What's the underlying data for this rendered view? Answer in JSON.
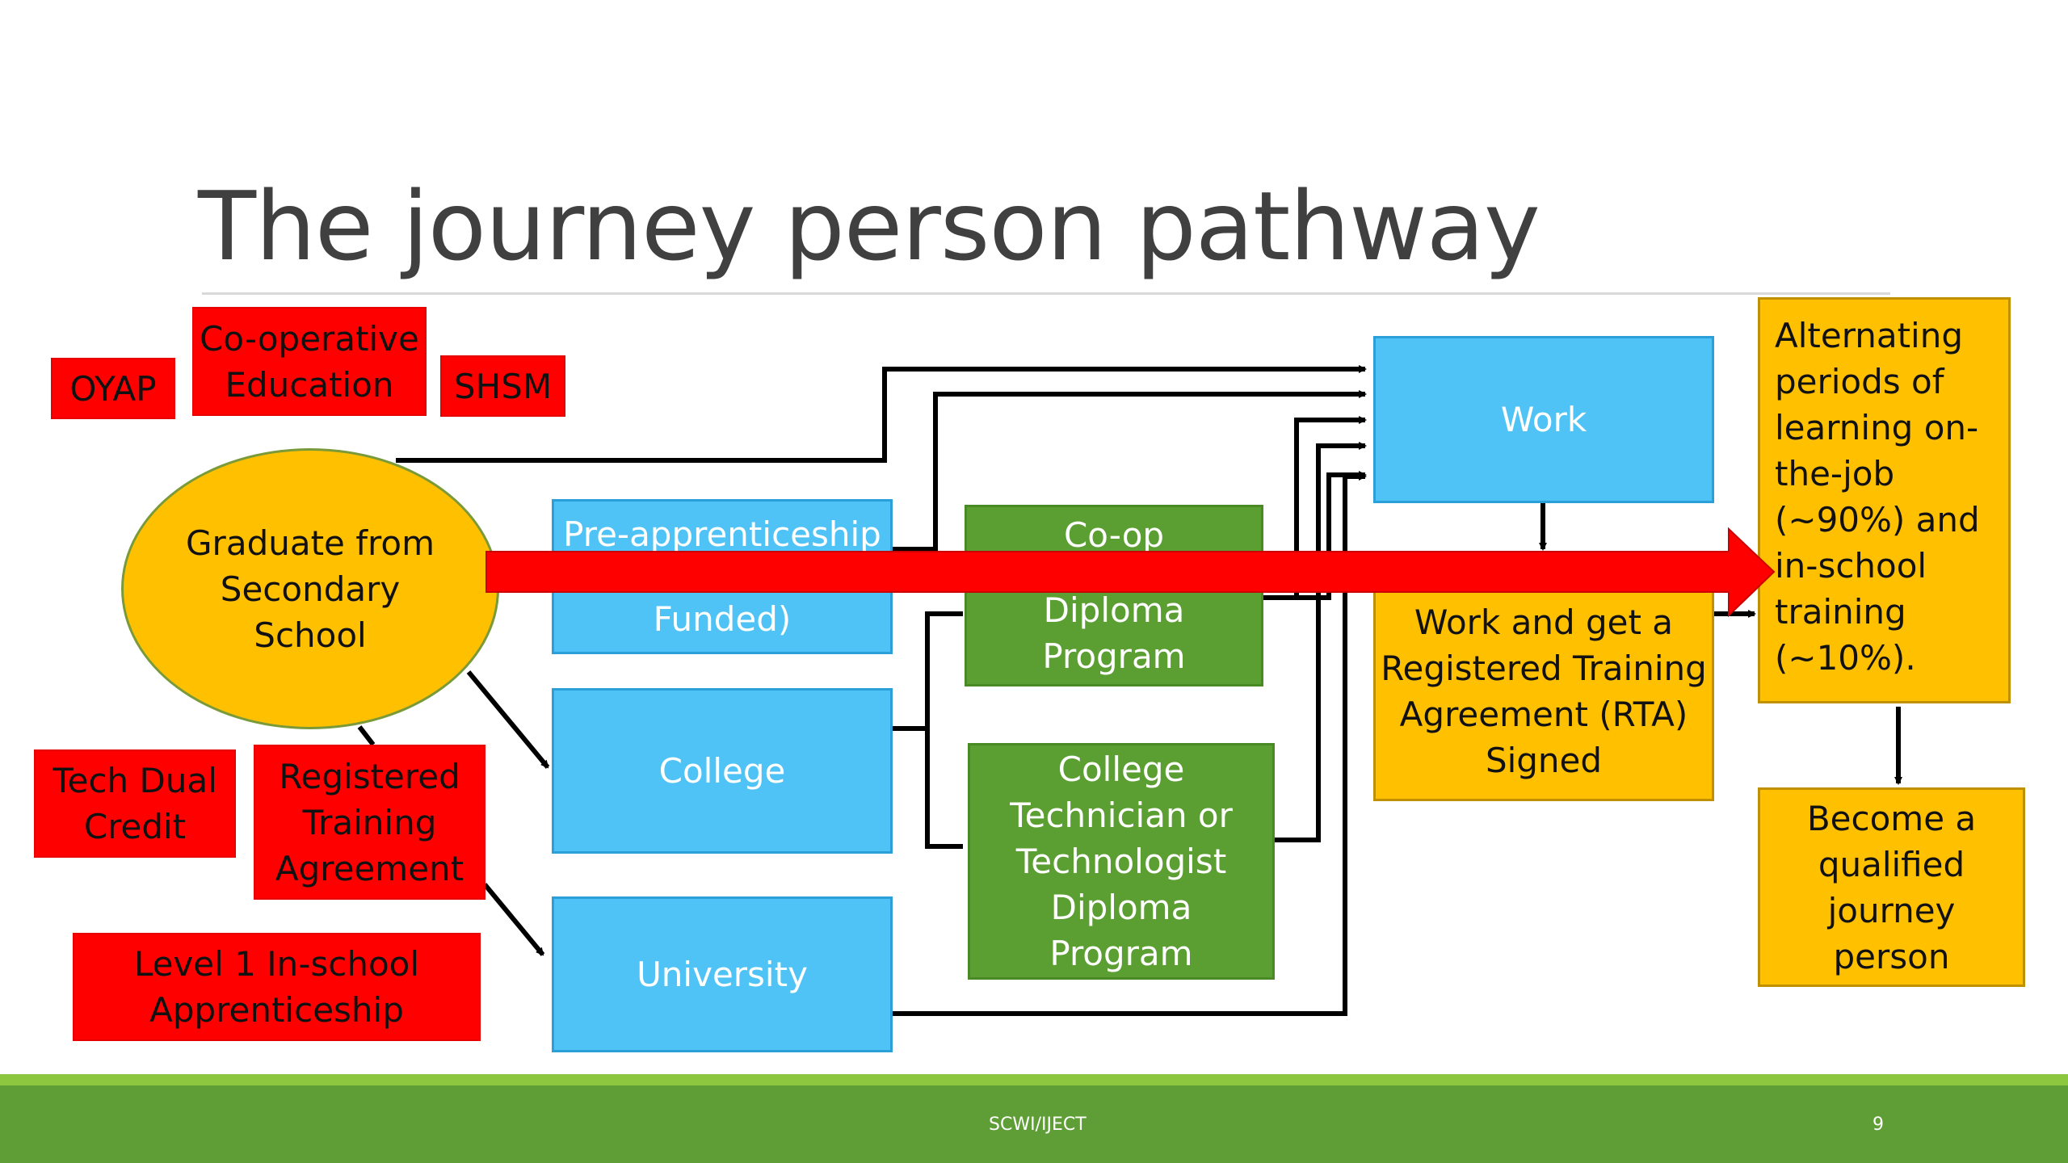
{
  "slide": {
    "title": "The journey person pathway",
    "footer_text": "SCWI/IJECT",
    "page_number": "9"
  },
  "labels": {
    "oyap": "OYAP",
    "coop_education": "Co-operative\nEducation",
    "shsm": "SHSM",
    "tech_dual_credit": "Tech Dual\nCredit",
    "registered_training_agreement": "Registered\nTraining\nAgreement",
    "level1_inschool": "Level 1 In-school\nApprenticeship"
  },
  "nodes": {
    "graduate": "Graduate from\nSecondary\nSchool",
    "pre_apprenticeship_top": "Pre-apprenticeship",
    "pre_apprenticeship_bottom": "Funded)",
    "college": "College",
    "university": "University",
    "coop_diploma_top": "Co-op",
    "coop_diploma_bottom": "Diploma\nProgram",
    "college_technician": "College\nTechnician or\nTechnologist\nDiploma\nProgram",
    "work": "Work",
    "work_rta": "Work and get a\nRegistered Training\nAgreement (RTA)\nSigned",
    "alternating": "Alternating\nperiods of\nlearning on-\nthe-job\n(~90%) and\nin-school\ntraining\n(~10%).",
    "become_qualified": "Become a\nqualified\njourney\nperson"
  },
  "colors": {
    "red_label": "#ff0000",
    "blue_node": "#4fc3f5",
    "green_node": "#5b9e32",
    "orange_node": "#ffc000",
    "big_arrow": "#ff0000",
    "footer": "#5f9e36"
  }
}
